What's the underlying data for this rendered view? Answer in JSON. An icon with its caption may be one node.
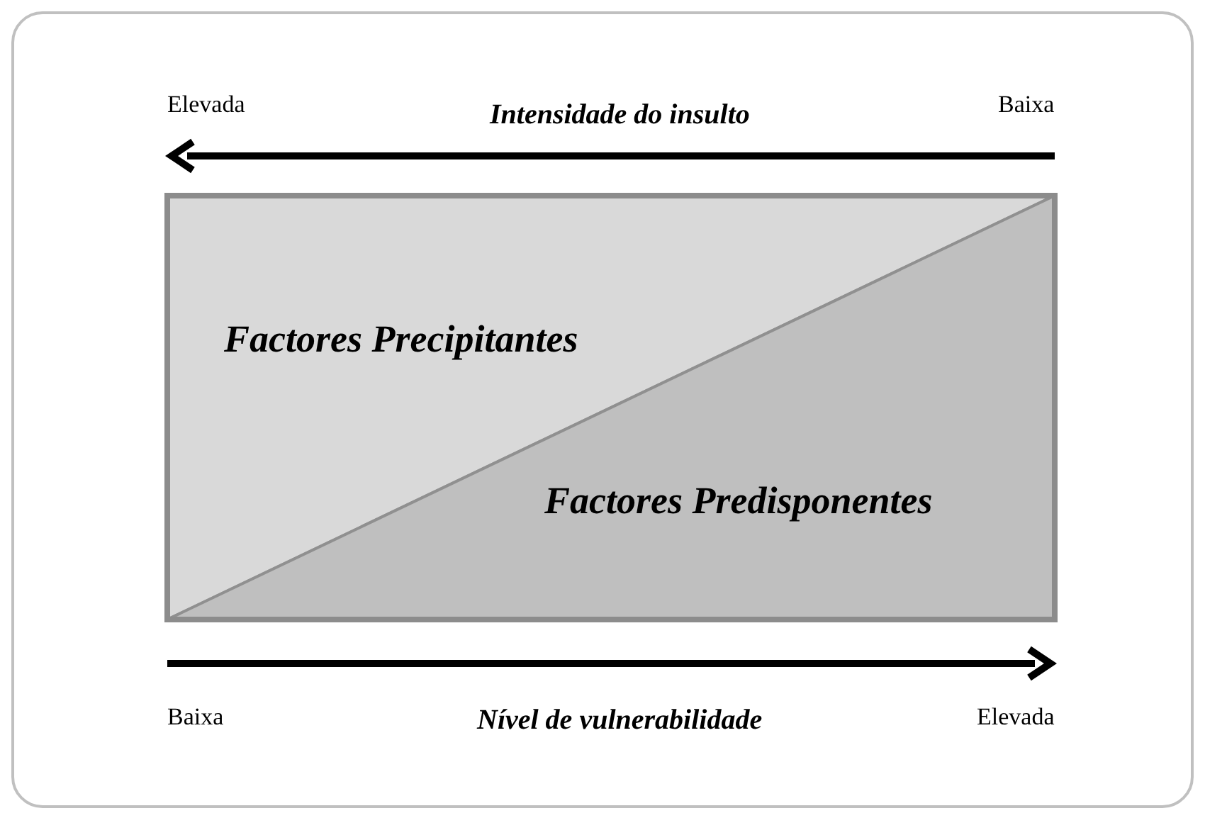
{
  "diagram": {
    "nodes": [
      {
        "text": [
          "Factores Precipitantes"
        ]
      },
      {
        "text": [
          "Factores Predisponentes"
        ]
      }
    ],
    "labels": [
      "Elevada",
      "Intensidade do insulto",
      "Baixa",
      "Baixa",
      "Nível de vulnerabilidade",
      "Elevada"
    ]
  }
}
